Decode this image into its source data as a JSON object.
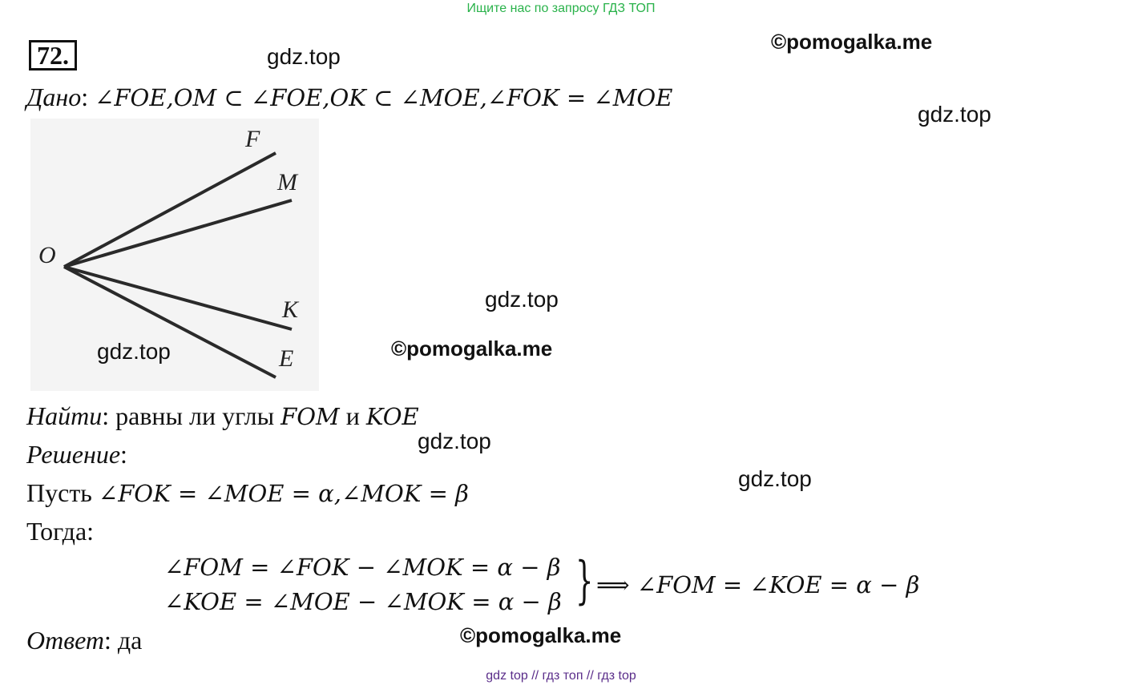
{
  "banner": "Ищите нас по запросу ГДЗ ТОП",
  "problem_number": "72.",
  "watermarks": {
    "gdz": "gdz.top",
    "pomogalka": "©pomogalka.me"
  },
  "given": {
    "label": "Дано",
    "colon": ":",
    "expr": "∠FOE,OM ⊂ ∠FOE,OK ⊂ ∠MOE,∠FOK = ∠MOE"
  },
  "figure": {
    "labels": {
      "F": "F",
      "M": "M",
      "O": "O",
      "K": "K",
      "E": "E"
    }
  },
  "find": {
    "label": "Найти",
    "text_before": ": равны ли углы ",
    "angle1": "FOM",
    "conj": " и ",
    "angle2": "KOE"
  },
  "solution": {
    "label": "Решение",
    "colon": ":",
    "let_word": "Пусть ",
    "let_expr": "∠FOK = ∠MOE = α,∠MOK = β",
    "then": "Тогда:",
    "eq1": "∠FOM = ∠FOK − ∠MOK = α − β",
    "eq2": "∠KOE = ∠MOE − ∠MOK = α − β",
    "brace": "}",
    "conclusion": "⟹ ∠FOM = ∠KOE = α − β"
  },
  "answer": {
    "label": "Ответ",
    "text": ": да"
  },
  "footer": "gdz top  //  гдз топ  //  гдз top"
}
